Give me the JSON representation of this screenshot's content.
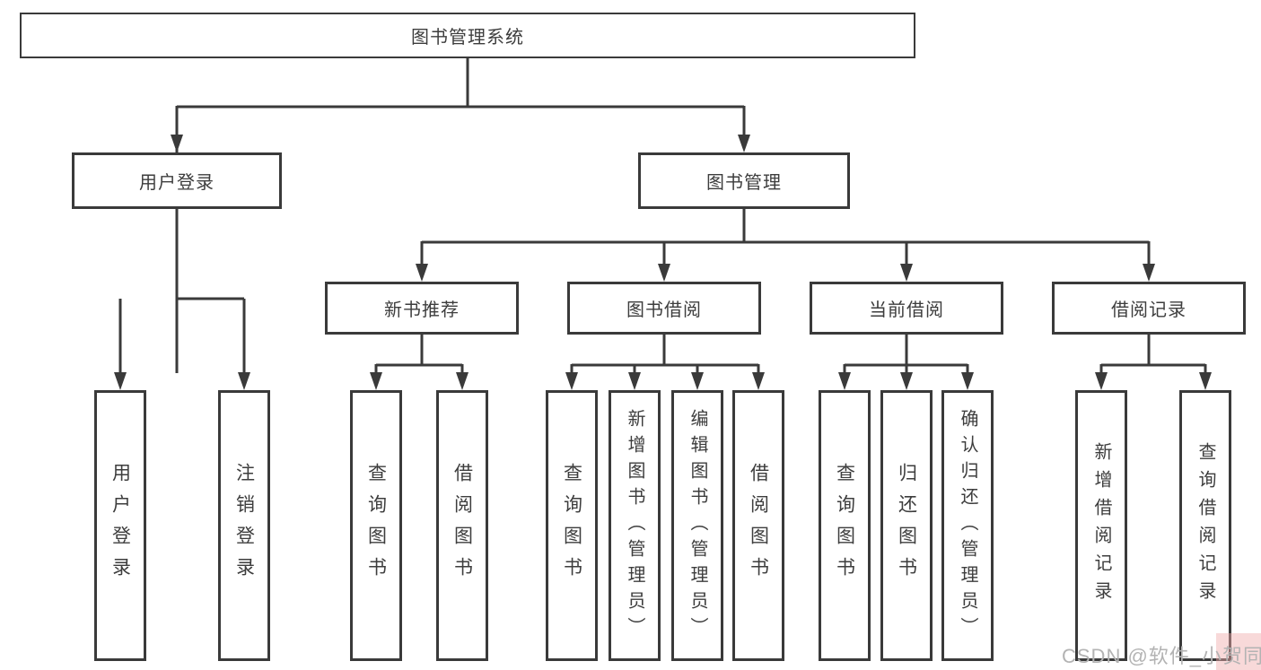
{
  "tree": {
    "label": "图书管理系统",
    "children": [
      {
        "label": "用户登录",
        "children": [
          {
            "label": "用户登录"
          },
          {
            "label": "注销登录"
          }
        ]
      },
      {
        "label": "图书管理",
        "children": [
          {
            "label": "新书推荐",
            "children": [
              {
                "label": "查询图书"
              },
              {
                "label": "借阅图书"
              }
            ]
          },
          {
            "label": "图书借阅",
            "children": [
              {
                "label": "查询图书"
              },
              {
                "label": "新增图书（管理员）"
              },
              {
                "label": "编辑图书（管理员）"
              },
              {
                "label": "借阅图书"
              }
            ]
          },
          {
            "label": "当前借阅",
            "children": [
              {
                "label": "查询图书"
              },
              {
                "label": "归还图书"
              },
              {
                "label": "确认归还（管理员）"
              }
            ]
          },
          {
            "label": "借阅记录",
            "children": [
              {
                "label": "新增借阅记录"
              },
              {
                "label": "查询借阅记录"
              }
            ]
          }
        ]
      }
    ]
  },
  "watermark": "CSDN @软件_小贺同学",
  "colors": {
    "line": "#3a3a3a",
    "text": "#3d3d3d",
    "watermark": "#b3b3b3",
    "background": "#ffffff"
  }
}
